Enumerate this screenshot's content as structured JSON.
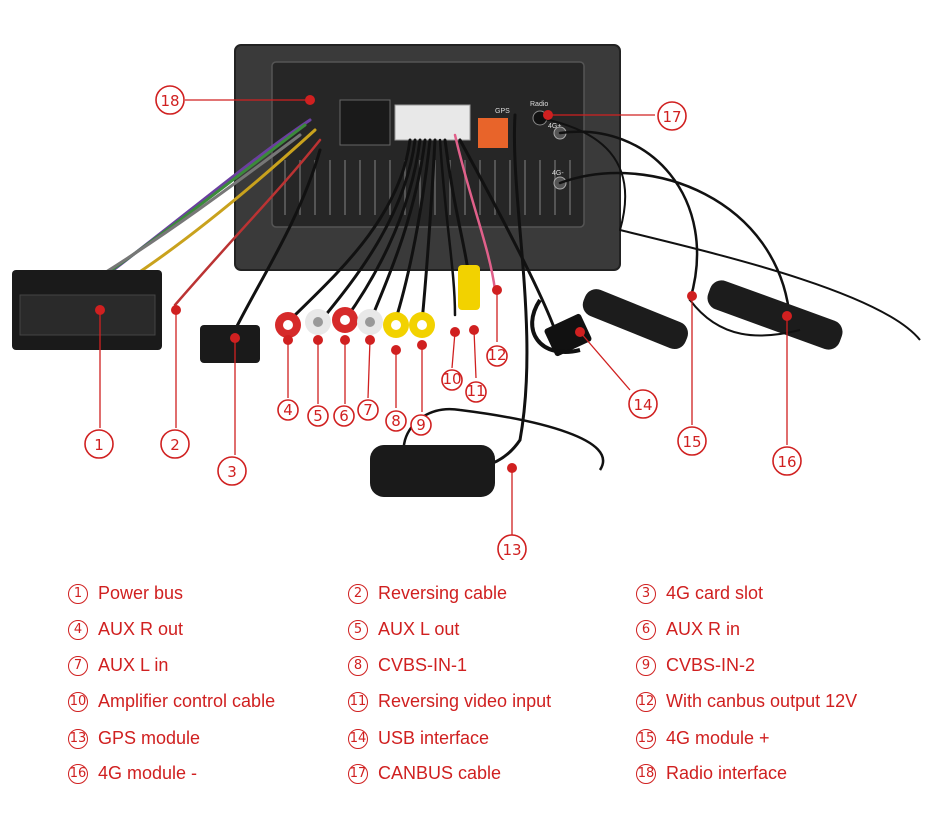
{
  "accent_color": "#d02020",
  "unit_labels": {
    "gps": "GPS",
    "radio": "Radio",
    "port_4g_plus": "4G+",
    "port_4g_minus": "4G-"
  },
  "callouts": [
    "1",
    "2",
    "3",
    "4",
    "5",
    "6",
    "7",
    "8",
    "9",
    "10",
    "11",
    "12",
    "13",
    "14",
    "15",
    "16",
    "17",
    "18"
  ],
  "legend": [
    {
      "num": "1",
      "label": "Power bus"
    },
    {
      "num": "2",
      "label": "Reversing cable"
    },
    {
      "num": "3",
      "label": "4G card slot"
    },
    {
      "num": "4",
      "label": "AUX R out"
    },
    {
      "num": "5",
      "label": "AUX L out"
    },
    {
      "num": "6",
      "label": "AUX R in"
    },
    {
      "num": "7",
      "label": "AUX L in"
    },
    {
      "num": "8",
      "label": "CVBS-IN-1"
    },
    {
      "num": "9",
      "label": "CVBS-IN-2"
    },
    {
      "num": "10",
      "label": "Amplifier control cable"
    },
    {
      "num": "11",
      "label": "Reversing video input"
    },
    {
      "num": "12",
      "label": "With canbus output 12V"
    },
    {
      "num": "13",
      "label": "GPS module"
    },
    {
      "num": "14",
      "label": "USB interface"
    },
    {
      "num": "15",
      "label": "4G module +"
    },
    {
      "num": "16",
      "label": "4G module -"
    },
    {
      "num": "17",
      "label": "CANBUS cable"
    },
    {
      "num": "18",
      "label": "Radio interface"
    }
  ]
}
